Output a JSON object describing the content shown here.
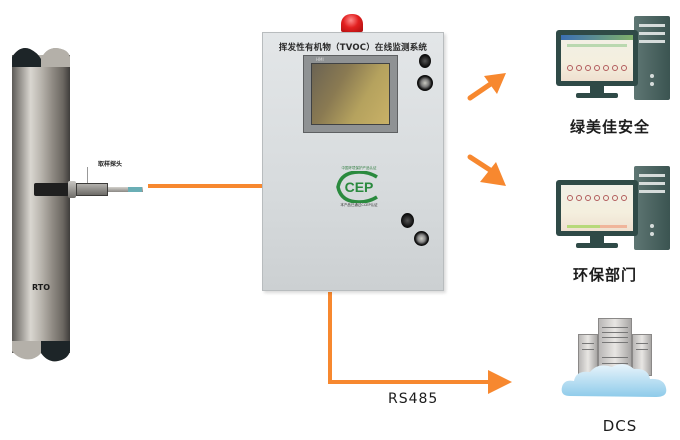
{
  "diagram": {
    "title": "VOCs online monitoring system connection diagram",
    "pipe": {
      "label": "RTO"
    },
    "probe": {
      "label": "取样探头"
    },
    "cabinet": {
      "title": "挥发性有机物（TVOC）在线监测系统",
      "screen_brand": "HMI",
      "logo": {
        "top_text": "中国环境保护产品认证",
        "mark": "CEP",
        "bottom_text": "本产品已通过CCEP认证"
      },
      "beacon_color": "#e21f1f"
    },
    "connections": [
      {
        "from": "probe",
        "to": "cabinet",
        "label": ""
      },
      {
        "from": "cabinet",
        "to": "绿美佳安全",
        "label": ""
      },
      {
        "from": "cabinet",
        "to": "环保部门",
        "label": ""
      },
      {
        "from": "cabinet",
        "to": "DCS",
        "label": "RS485"
      }
    ],
    "destinations": [
      {
        "id": "lvmeijia",
        "label": "绿美佳安全",
        "icon": "desktop-computer-icon"
      },
      {
        "id": "epb",
        "label": "环保部门",
        "icon": "desktop-computer-icon"
      },
      {
        "id": "dcs",
        "label": "DCS",
        "icon": "server-cloud-icon"
      }
    ],
    "rs485_label": "RS485",
    "colors": {
      "arrow": "#f7882f",
      "cabinet": "#d9dcde",
      "monitor": "#2f4a47",
      "logo_green": "#2a8a3e"
    }
  }
}
